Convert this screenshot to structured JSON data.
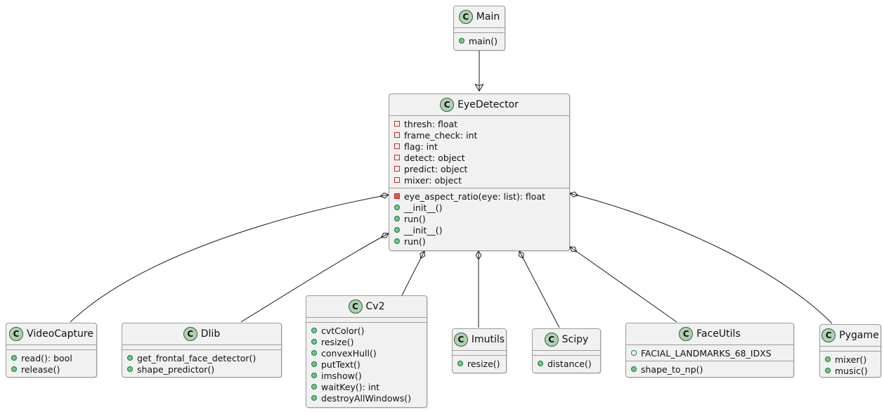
{
  "colors": {
    "box_fill": "#F1F1F1",
    "box_border": "#9C9C9C",
    "edge": "#1B1B1B",
    "circle_fill": "#ADD1B2",
    "circle_border": "#3B5B3B",
    "green_border": "#038048",
    "green_fill": "#84BE84",
    "red_border": "#C82930",
    "red_fill": "#E45757"
  },
  "classes": [
    {
      "name": "Main",
      "circle_letter": "C",
      "fields": [],
      "methods": [
        {
          "icon": "public-method",
          "text": "main()"
        }
      ]
    },
    {
      "name": "EyeDetector",
      "circle_letter": "C",
      "fields": [
        {
          "icon": "private-field",
          "text": "thresh: float"
        },
        {
          "icon": "private-field",
          "text": "frame_check: int"
        },
        {
          "icon": "private-field",
          "text": "flag: int"
        },
        {
          "icon": "private-field",
          "text": "detect: object"
        },
        {
          "icon": "private-field",
          "text": "predict: object"
        },
        {
          "icon": "private-field",
          "text": "mixer: object"
        }
      ],
      "methods": [
        {
          "icon": "private-method",
          "text": "eye_aspect_ratio(eye: list): float"
        },
        {
          "icon": "public-method",
          "text": "__init__()"
        },
        {
          "icon": "public-method",
          "text": "run()"
        },
        {
          "icon": "public-method",
          "text": "__init__()"
        },
        {
          "icon": "public-method",
          "text": "run()"
        }
      ]
    },
    {
      "name": "VideoCapture",
      "circle_letter": "C",
      "fields": [],
      "methods": [
        {
          "icon": "public-method",
          "text": "read(): bool"
        },
        {
          "icon": "public-method",
          "text": "release()"
        }
      ]
    },
    {
      "name": "Dlib",
      "circle_letter": "C",
      "fields": [],
      "methods": [
        {
          "icon": "public-method",
          "text": "get_frontal_face_detector()"
        },
        {
          "icon": "public-method",
          "text": "shape_predictor()"
        }
      ]
    },
    {
      "name": "Cv2",
      "circle_letter": "C",
      "fields": [],
      "methods": [
        {
          "icon": "public-method",
          "text": "cvtColor()"
        },
        {
          "icon": "public-method",
          "text": "resize()"
        },
        {
          "icon": "public-method",
          "text": "convexHull()"
        },
        {
          "icon": "public-method",
          "text": "putText()"
        },
        {
          "icon": "public-method",
          "text": "imshow()"
        },
        {
          "icon": "public-method",
          "text": "waitKey(): int"
        },
        {
          "icon": "public-method",
          "text": "destroyAllWindows()"
        }
      ]
    },
    {
      "name": "Imutils",
      "circle_letter": "C",
      "fields": [],
      "methods": [
        {
          "icon": "public-method",
          "text": "resize()"
        }
      ]
    },
    {
      "name": "Scipy",
      "circle_letter": "C",
      "fields": [],
      "methods": [
        {
          "icon": "public-method",
          "text": "distance()"
        }
      ]
    },
    {
      "name": "FaceUtils",
      "circle_letter": "C",
      "fields": [
        {
          "icon": "public-field",
          "text": "FACIAL_LANDMARKS_68_IDXS"
        }
      ],
      "methods": [
        {
          "icon": "public-method",
          "text": "shape_to_np()"
        }
      ]
    },
    {
      "name": "Pygame",
      "circle_letter": "C",
      "fields": [],
      "methods": [
        {
          "icon": "public-method",
          "text": "mixer()"
        },
        {
          "icon": "public-method",
          "text": "music()"
        }
      ]
    }
  ],
  "edges": [
    {
      "from": "Main",
      "to": "EyeDetector",
      "type": "arrow"
    },
    {
      "from": "EyeDetector",
      "to": "VideoCapture",
      "type": "composition"
    },
    {
      "from": "EyeDetector",
      "to": "Dlib",
      "type": "composition"
    },
    {
      "from": "EyeDetector",
      "to": "Cv2",
      "type": "composition"
    },
    {
      "from": "EyeDetector",
      "to": "Imutils",
      "type": "composition"
    },
    {
      "from": "EyeDetector",
      "to": "Scipy",
      "type": "composition"
    },
    {
      "from": "EyeDetector",
      "to": "FaceUtils",
      "type": "composition"
    },
    {
      "from": "EyeDetector",
      "to": "Pygame",
      "type": "composition"
    }
  ]
}
